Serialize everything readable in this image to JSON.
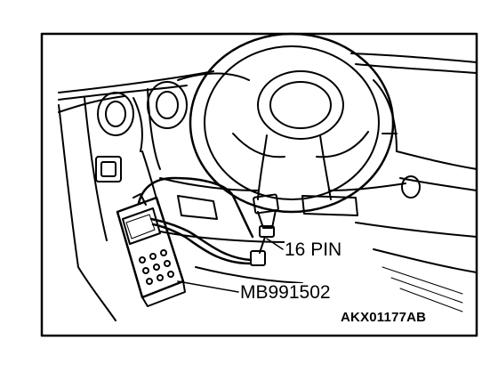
{
  "labels": {
    "connector": "16 PIN",
    "tester": "MB991502",
    "figure_code": "AKX01177AB"
  },
  "colors": {
    "ink": "#000000",
    "paper": "#ffffff"
  }
}
